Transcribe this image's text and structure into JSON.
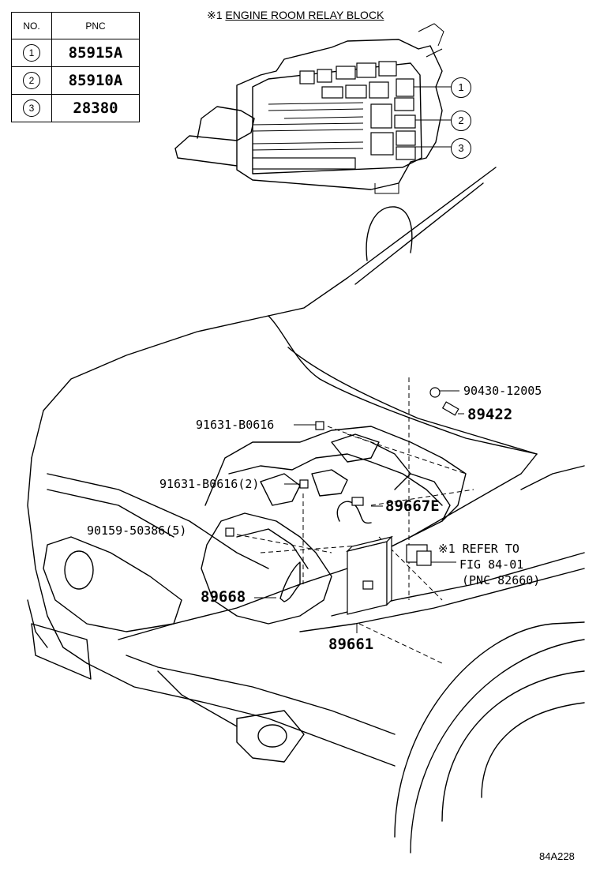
{
  "legend": {
    "headers": {
      "no": "NO.",
      "pnc": "PNC"
    },
    "rows": [
      {
        "no": "1",
        "pnc": "85915A"
      },
      {
        "no": "2",
        "pnc": "85910A"
      },
      {
        "no": "3",
        "pnc": "28380"
      }
    ]
  },
  "relay_block": {
    "mark": "※1",
    "title": "ENGINE ROOM RELAY BLOCK",
    "callouts": [
      "1",
      "2",
      "3"
    ]
  },
  "parts": {
    "p90430": "90430-12005",
    "p89422": "89422",
    "p91631a": "91631-B0616",
    "p91631b": "91631-B0616(2)",
    "p89667e": "89667E",
    "p90159": "90159-50386(5)",
    "p89668": "89668",
    "p89661": "89661"
  },
  "refer": {
    "line1": "※1 REFER TO",
    "line2": "FIG 84-01",
    "line3": "(PNC 82660)"
  },
  "figure_code": "84A228"
}
